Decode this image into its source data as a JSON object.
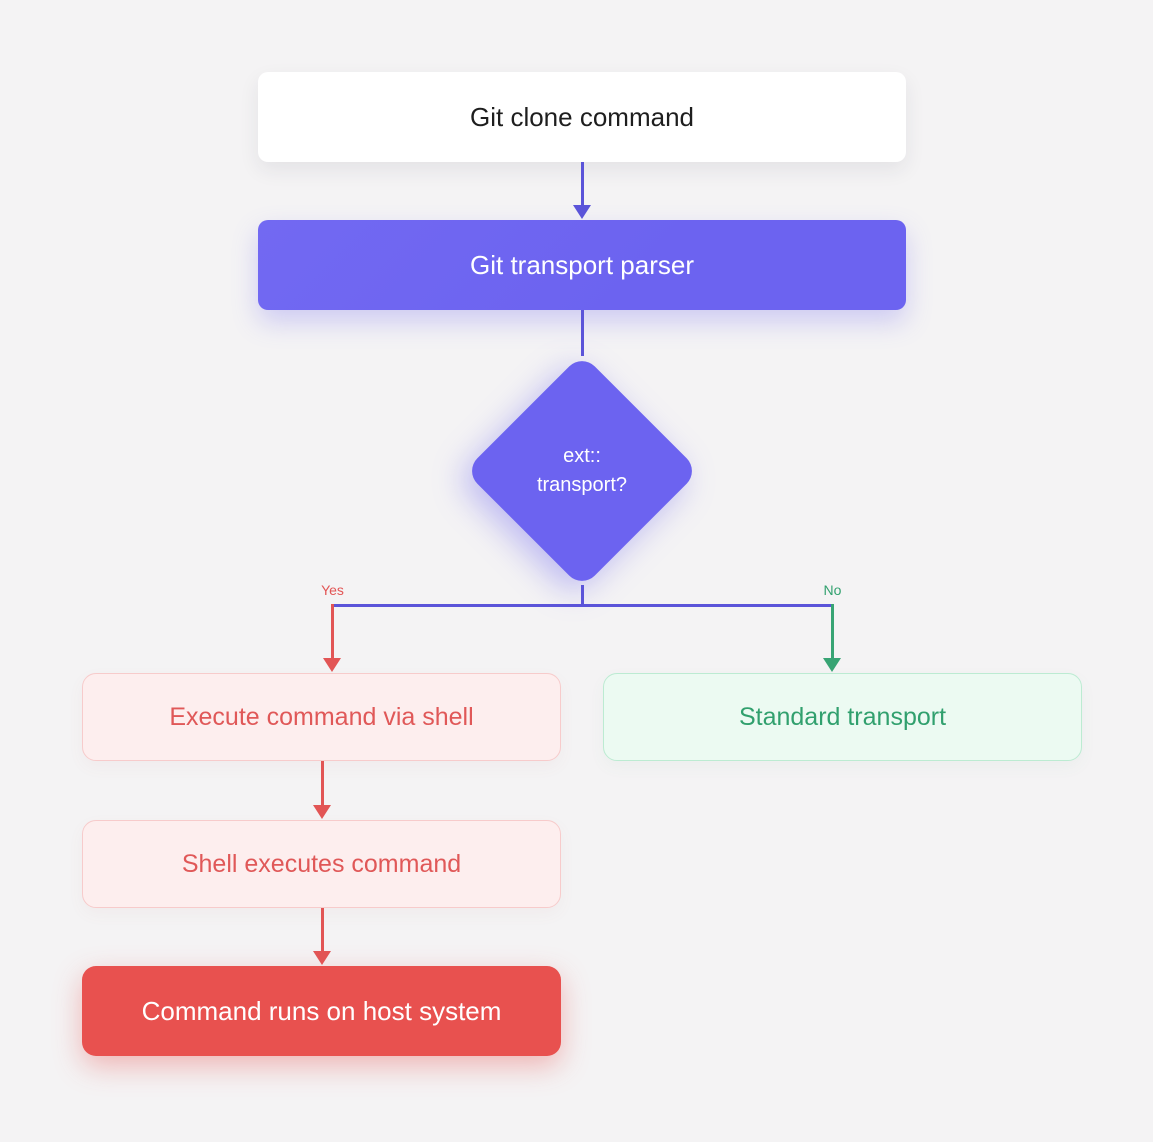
{
  "diagram": {
    "nodes": {
      "start": {
        "label": "Git clone command"
      },
      "parser": {
        "label": "Git transport parser"
      },
      "decision": {
        "line1": "ext::",
        "line2": "transport?"
      },
      "execute": {
        "label": "Execute command via shell"
      },
      "standard": {
        "label": "Standard transport"
      },
      "shell": {
        "label": "Shell executes command"
      },
      "host": {
        "label": "Command runs on host system"
      }
    },
    "edge_labels": {
      "yes": "Yes",
      "no": "No"
    },
    "colors": {
      "background": "#f4f3f4",
      "node_purple": "#6c63f0",
      "connector_indigo": "#5b54d9",
      "branch_red": "#e25555",
      "red_text": "#e05858",
      "red_light_bg": "#fdeeee",
      "red_light_border": "#f7cbcb",
      "red_solid": "#e8514f",
      "branch_green": "#38a474",
      "green_text": "#31a06e",
      "green_light_bg": "#ecfaf2",
      "green_light_border": "#bcebd2",
      "white_node_bg": "#ffffff",
      "white_node_text": "#1e1e1e"
    }
  }
}
